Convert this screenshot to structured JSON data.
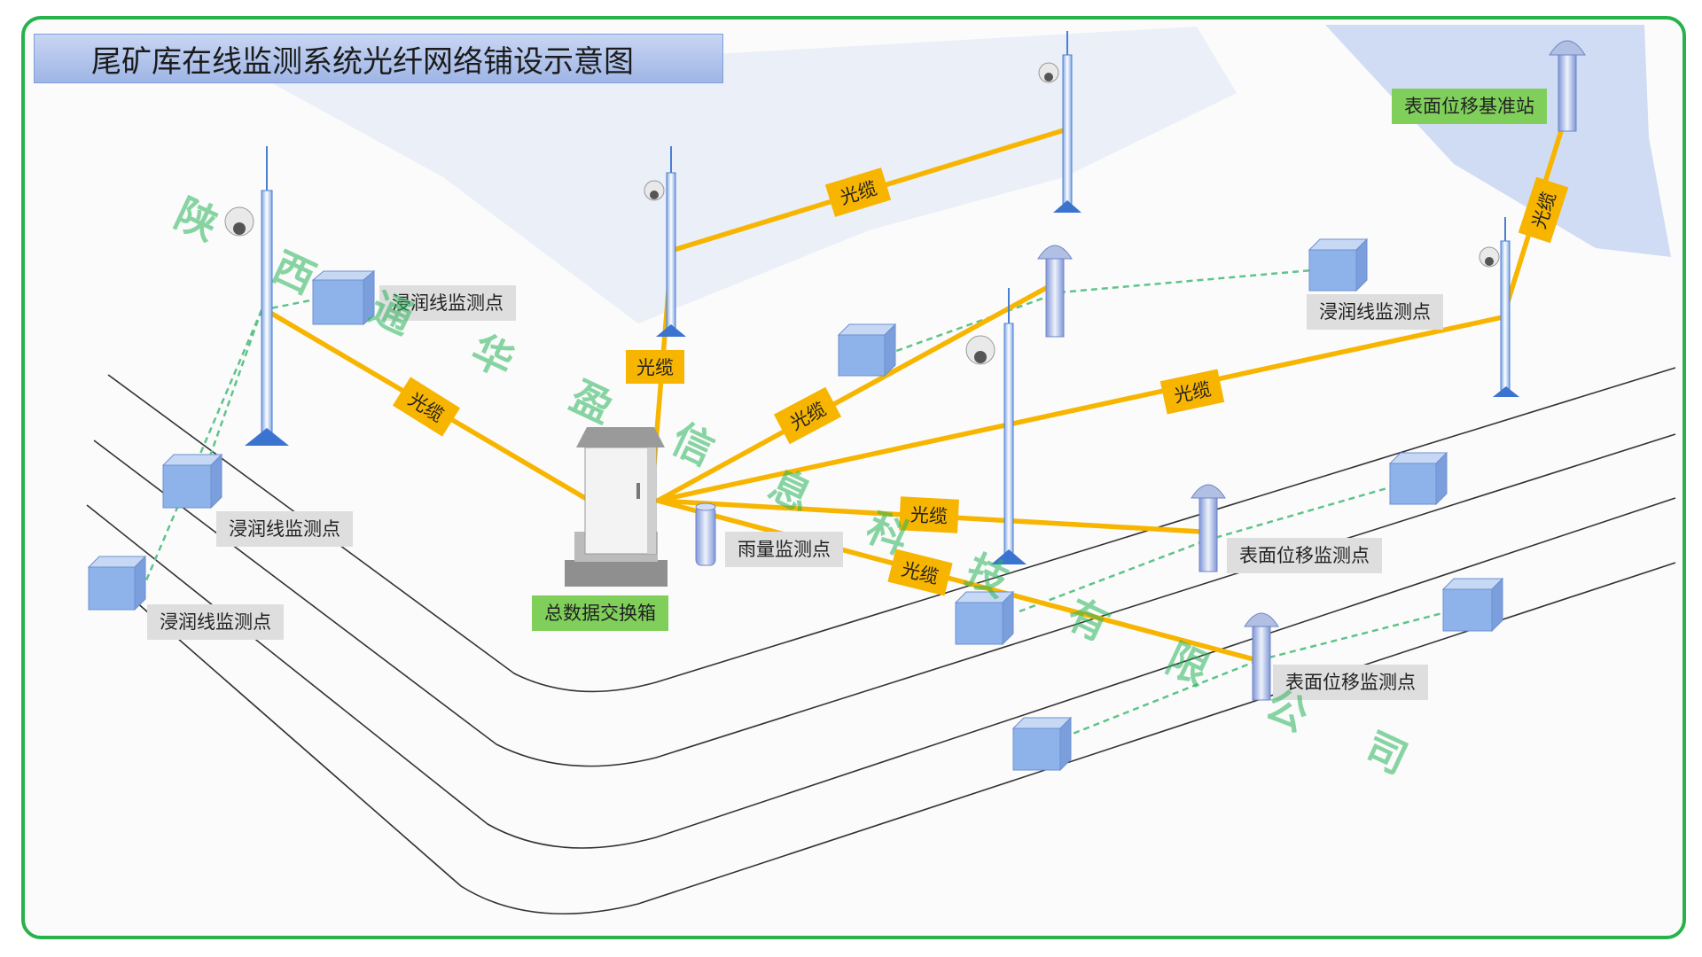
{
  "title": "尾矿库在线监测系统光纤网络铺设示意图",
  "cable_label": "光缆",
  "labels": {
    "seepage_1": "浸润线监测点",
    "seepage_2": "浸润线监测点",
    "seepage_3": "浸润线监测点",
    "seepage_4": "浸润线监测点",
    "base_station": "表面位移基准站",
    "rain": "雨量监测点",
    "disp_1": "表面位移监测点",
    "disp_2": "表面位移监测点",
    "main_box": "总数据交换箱"
  },
  "watermark": [
    "陕",
    "西",
    "通",
    "华",
    "盈",
    "信",
    "息",
    "科",
    "技",
    "有",
    "限",
    "公",
    "司"
  ],
  "colors": {
    "frame": "#27b24a",
    "cable": "#f7b500",
    "wireless": "#5fc489",
    "pole": "#4a7fd4",
    "box": "#8eb3ea"
  }
}
